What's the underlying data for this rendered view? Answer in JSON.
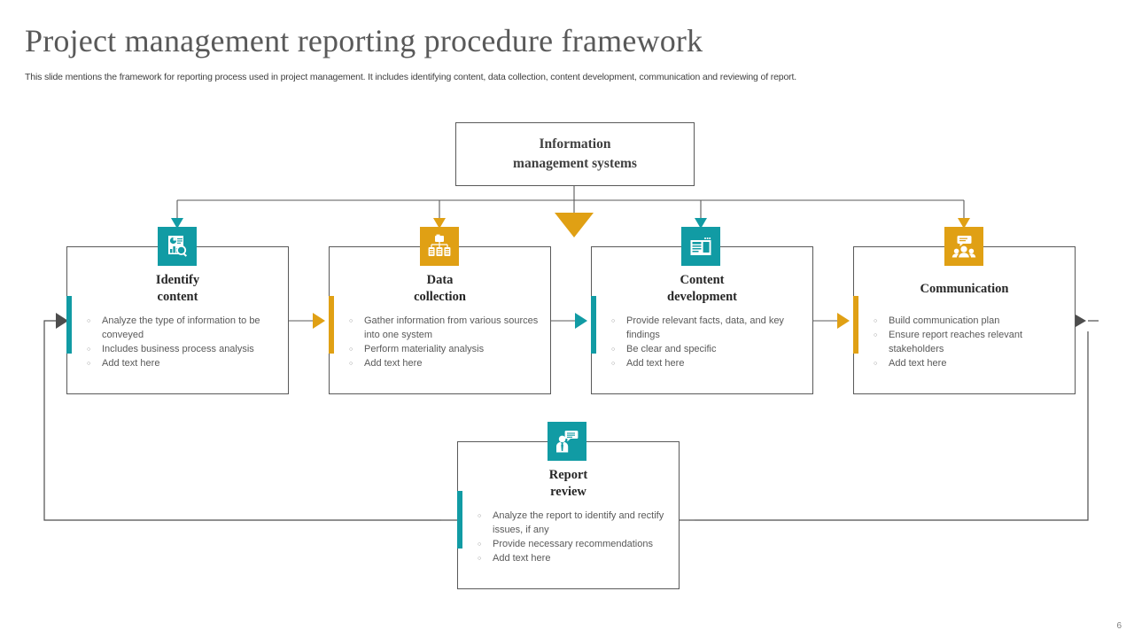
{
  "page": {
    "title": "Project management reporting procedure framework",
    "subtitle": "This slide mentions the framework for reporting process used in project management. It includes identifying content, data collection, content development, communication and reviewing of report.",
    "number": "6"
  },
  "colors": {
    "teal": "#119BA4",
    "gold": "#E0A014",
    "line": "#595959",
    "title": "#595959",
    "body": "#595959"
  },
  "root": {
    "label_line1": "Information",
    "label_line2": "management systems"
  },
  "cards": [
    {
      "id": "identify-content",
      "title_line1": "Identify",
      "title_line2": "content",
      "accent": "#119BA4",
      "icon": "report-search-icon",
      "icon_color": "#119BA4",
      "bullets": [
        "Analyze the type of information to be conveyed",
        "Includes business process analysis",
        "Add text here"
      ]
    },
    {
      "id": "data-collection",
      "title_line1": "Data",
      "title_line2": "collection",
      "accent": "#E0A014",
      "icon": "data-servers-icon",
      "icon_color": "#E0A014",
      "bullets": [
        "Gather information from various sources into one system",
        "Perform  materiality analysis",
        "Add text here"
      ]
    },
    {
      "id": "content-development",
      "title_line1": "Content",
      "title_line2": "development",
      "accent": "#119BA4",
      "icon": "document-layout-icon",
      "icon_color": "#119BA4",
      "bullets": [
        "Provide  relevant  facts, data, and key findings",
        "Be clear and  specific",
        "Add text here"
      ]
    },
    {
      "id": "communication",
      "title_line1": "Communication",
      "title_line2": "",
      "accent": "#E0A014",
      "icon": "people-chat-icon",
      "icon_color": "#E0A014",
      "bullets": [
        "Build communication  plan",
        "Ensure  report reaches relevant stakeholders",
        "Add text here"
      ]
    }
  ],
  "bottom_card": {
    "id": "report-review",
    "title_line1": "Report",
    "title_line2": "review",
    "accent": "#119BA4",
    "icon": "person-feedback-icon",
    "icon_color": "#119BA4",
    "bullets": [
      "Analyze the report to identify and rectify issues, if any",
      "Provide  necessary recommendations",
      "Add text here"
    ]
  },
  "connectors": {
    "down_arrow_colors": [
      "#119BA4",
      "#E0A014",
      "#E0A014",
      "#119BA4",
      "#E0A014"
    ],
    "between_card_arrow_colors": [
      "#E0A014",
      "#119BA4",
      "#E0A014"
    ],
    "loop_arrow_color": "#4D4D4D"
  }
}
